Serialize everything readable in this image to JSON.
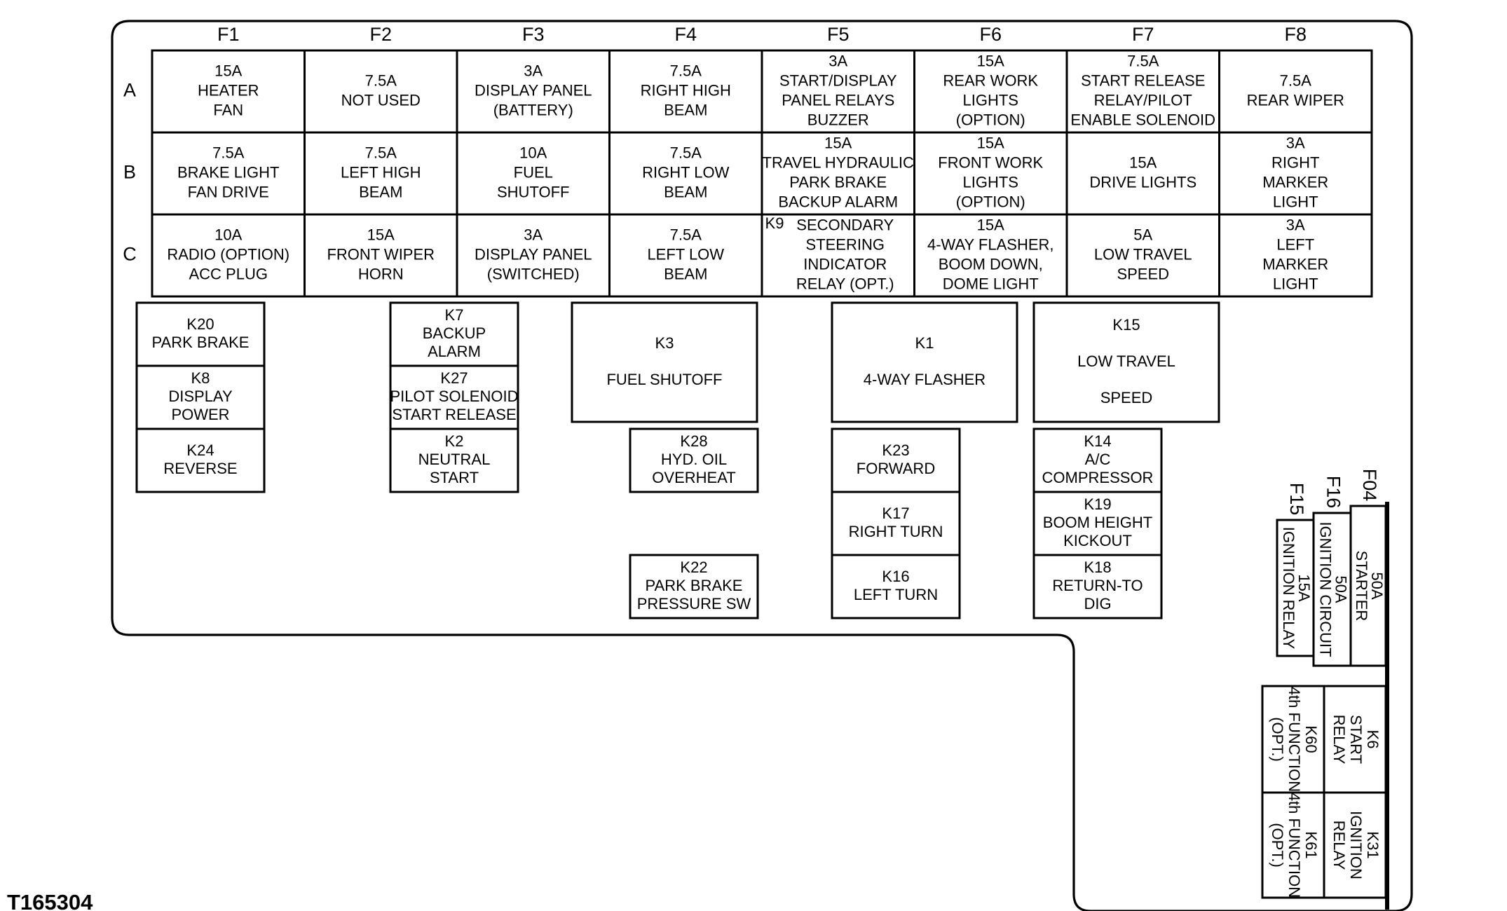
{
  "drawing_id": "T165304",
  "fuse_columns": [
    "F1",
    "F2",
    "F3",
    "F4",
    "F5",
    "F6",
    "F7",
    "F8"
  ],
  "fuse_rows": [
    "A",
    "B",
    "C"
  ],
  "fuses": [
    [
      {
        "lines": [
          "15A",
          "HEATER",
          "FAN"
        ]
      },
      {
        "lines": [
          "7.5A",
          "NOT USED"
        ]
      },
      {
        "lines": [
          "3A",
          "DISPLAY PANEL",
          "(BATTERY)"
        ]
      },
      {
        "lines": [
          "7.5A",
          "RIGHT HIGH",
          "BEAM"
        ]
      },
      {
        "lines": [
          "3A",
          "START/DISPLAY",
          "PANEL RELAYS",
          "BUZZER"
        ]
      },
      {
        "lines": [
          "15A",
          "REAR WORK",
          "LIGHTS",
          "(OPTION)"
        ]
      },
      {
        "lines": [
          "7.5A",
          "START RELEASE",
          "RELAY/PILOT",
          "ENABLE SOLENOID"
        ]
      },
      {
        "lines": [
          "7.5A",
          "REAR WIPER"
        ]
      }
    ],
    [
      {
        "lines": [
          "7.5A",
          "BRAKE LIGHT",
          "FAN DRIVE"
        ]
      },
      {
        "lines": [
          "7.5A",
          "LEFT HIGH",
          "BEAM"
        ]
      },
      {
        "lines": [
          "10A",
          "FUEL",
          "SHUTOFF"
        ]
      },
      {
        "lines": [
          "7.5A",
          "RIGHT LOW",
          "BEAM"
        ]
      },
      {
        "lines": [
          "15A",
          "TRAVEL HYDRAULIC",
          "PARK BRAKE",
          "BACKUP ALARM"
        ]
      },
      {
        "lines": [
          "15A",
          "FRONT WORK",
          "LIGHTS",
          "(OPTION)"
        ]
      },
      {
        "lines": [
          "15A",
          "DRIVE LIGHTS"
        ]
      },
      {
        "lines": [
          "3A",
          "RIGHT",
          "MARKER",
          "LIGHT"
        ]
      }
    ],
    [
      {
        "lines": [
          "10A",
          "RADIO (OPTION)",
          "ACC PLUG"
        ]
      },
      {
        "lines": [
          "15A",
          "FRONT WIPER",
          "HORN"
        ]
      },
      {
        "lines": [
          "3A",
          "DISPLAY PANEL",
          "(SWITCHED)"
        ]
      },
      {
        "lines": [
          "7.5A",
          "LEFT LOW",
          "BEAM"
        ]
      },
      {
        "lines": [
          "K9",
          "SECONDARY",
          "STEERING",
          "INDICATOR",
          "RELAY (OPT.)"
        ]
      },
      {
        "lines": [
          "15A",
          "4-WAY FLASHER,",
          "BOOM DOWN,",
          "DOME LIGHT"
        ]
      },
      {
        "lines": [
          "5A",
          "LOW TRAVEL",
          "SPEED"
        ]
      },
      {
        "lines": [
          "3A",
          "LEFT",
          "MARKER",
          "LIGHT"
        ]
      }
    ]
  ],
  "relays": [
    {
      "lines": [
        "K20",
        "PARK BRAKE"
      ]
    },
    {
      "lines": [
        "K8",
        "DISPLAY",
        "POWER"
      ]
    },
    {
      "lines": [
        "K24",
        "REVERSE"
      ]
    },
    {
      "lines": [
        "K7",
        "BACKUP",
        "ALARM"
      ]
    },
    {
      "lines": [
        "K27",
        "PILOT SOLENOID",
        "START RELEASE"
      ]
    },
    {
      "lines": [
        "K2",
        "NEUTRAL",
        "START"
      ]
    },
    {
      "lines": [
        "K3",
        "FUEL SHUTOFF"
      ]
    },
    {
      "lines": [
        "K28",
        "HYD. OIL",
        "OVERHEAT"
      ]
    },
    {
      "lines": [
        "K22",
        "PARK BRAKE",
        "PRESSURE SW"
      ]
    },
    {
      "lines": [
        "K1",
        "4-WAY FLASHER"
      ]
    },
    {
      "lines": [
        "K23",
        "FORWARD"
      ]
    },
    {
      "lines": [
        "K17",
        "RIGHT TURN"
      ]
    },
    {
      "lines": [
        "K16",
        "LEFT TURN"
      ]
    },
    {
      "lines": [
        "K15",
        "LOW TRAVEL",
        "SPEED"
      ]
    },
    {
      "lines": [
        "K14",
        "A/C",
        "COMPRESSOR"
      ]
    },
    {
      "lines": [
        "K19",
        "BOOM HEIGHT",
        "KICKOUT"
      ]
    },
    {
      "lines": [
        "K18",
        "RETURN-TO",
        "DIG"
      ]
    }
  ],
  "large_fuses": [
    {
      "tag": "F15",
      "lines": [
        "15A",
        "IGNITION RELAY"
      ]
    },
    {
      "tag": "F16",
      "lines": [
        "50A",
        "IGNITION CIRCUIT"
      ]
    },
    {
      "tag": "F04",
      "lines": [
        "50A",
        "STARTER"
      ]
    }
  ],
  "side_relays": [
    {
      "lines": [
        "K6",
        "START",
        "RELAY"
      ]
    },
    {
      "lines": [
        "K60",
        "4th FUNCTION",
        "(OPT.)"
      ]
    },
    {
      "lines": [
        "K31",
        "IGNITION",
        "RELAY"
      ]
    },
    {
      "lines": [
        "K61",
        "4th FUNCTION",
        "(OPT.)"
      ]
    }
  ]
}
